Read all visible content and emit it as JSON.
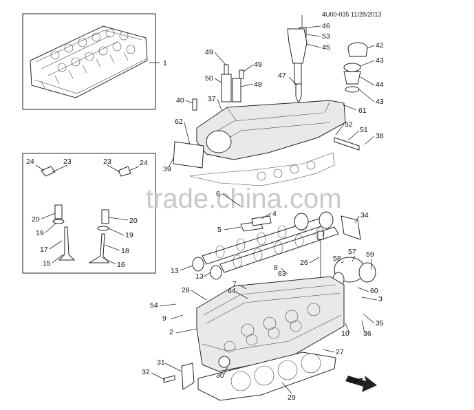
{
  "header": {
    "doc_code": "4U00-035 11/28/2013"
  },
  "watermark": "trade.china.com",
  "arrow_label": "FRT",
  "insets": {
    "assembly_label": "1",
    "valve_labels": [
      "24",
      "23",
      "23",
      "24",
      "20",
      "20",
      "19",
      "19",
      "17",
      "18",
      "15",
      "16"
    ]
  },
  "callouts": {
    "c46": "46",
    "c53": "53",
    "c45": "45",
    "c42": "42",
    "c43a": "43",
    "c44": "44",
    "c43b": "43",
    "c49a": "49",
    "c49b": "49",
    "c50": "50",
    "c48": "48",
    "c47": "47",
    "c40": "40",
    "c37": "37",
    "c61": "61",
    "c62": "62",
    "c52": "52",
    "c51": "51",
    "c38": "38",
    "c39": "39",
    "c6": "6",
    "c4": "4",
    "c5": "5",
    "c34": "34",
    "c13a": "13",
    "c13b": "13",
    "c8": "8",
    "c63": "63",
    "c26": "26",
    "c58": "58",
    "c57": "57",
    "c59": "59",
    "c7": "7",
    "c64": "64",
    "c28": "28",
    "c60": "60",
    "c3": "3",
    "c54": "54",
    "c9": "9",
    "c35": "35",
    "c2": "2",
    "c10": "10",
    "c36": "36",
    "c27": "27",
    "c31": "31",
    "c32": "32",
    "c30": "30",
    "c29": "29"
  }
}
